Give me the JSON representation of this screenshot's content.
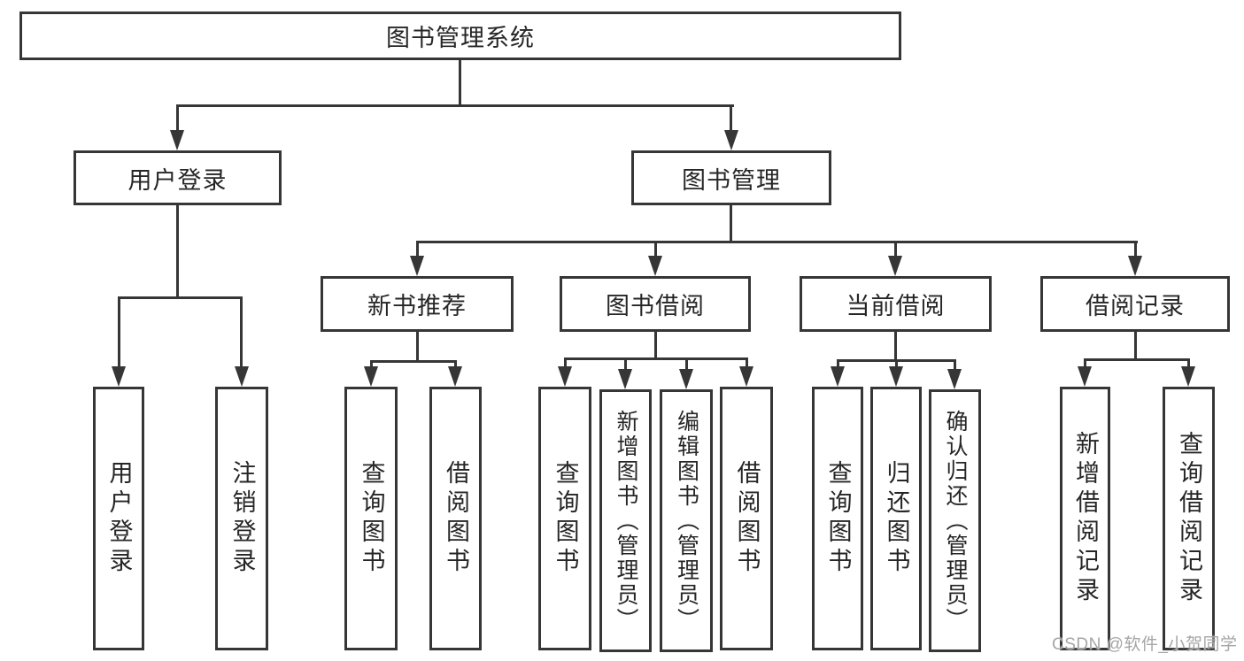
{
  "colors": {
    "background": "#ffffff",
    "box_border": "#363636",
    "connector_line": "#363636",
    "text": "#262626",
    "watermark": "#a6a6a6"
  },
  "watermark": "CSDN @软件_小贺同学",
  "tree": {
    "label": "图书管理系统",
    "children": [
      {
        "label": "用户登录",
        "children": [
          {
            "label": "用户登录"
          },
          {
            "label": "注销登录"
          }
        ]
      },
      {
        "label": "图书管理",
        "children": [
          {
            "label": "新书推荐",
            "children": [
              {
                "label": "查询图书"
              },
              {
                "label": "借阅图书"
              }
            ]
          },
          {
            "label": "图书借阅",
            "children": [
              {
                "label": "查询图书"
              },
              {
                "label": "新增图书（管理员）"
              },
              {
                "label": "编辑图书（管理员）"
              },
              {
                "label": "借阅图书"
              }
            ]
          },
          {
            "label": "当前借阅",
            "children": [
              {
                "label": "查询图书"
              },
              {
                "label": "归还图书"
              },
              {
                "label": "确认归还（管理员）"
              }
            ]
          },
          {
            "label": "借阅记录",
            "children": [
              {
                "label": "新增借阅记录"
              },
              {
                "label": "查询借阅记录"
              }
            ]
          }
        ]
      }
    ]
  }
}
